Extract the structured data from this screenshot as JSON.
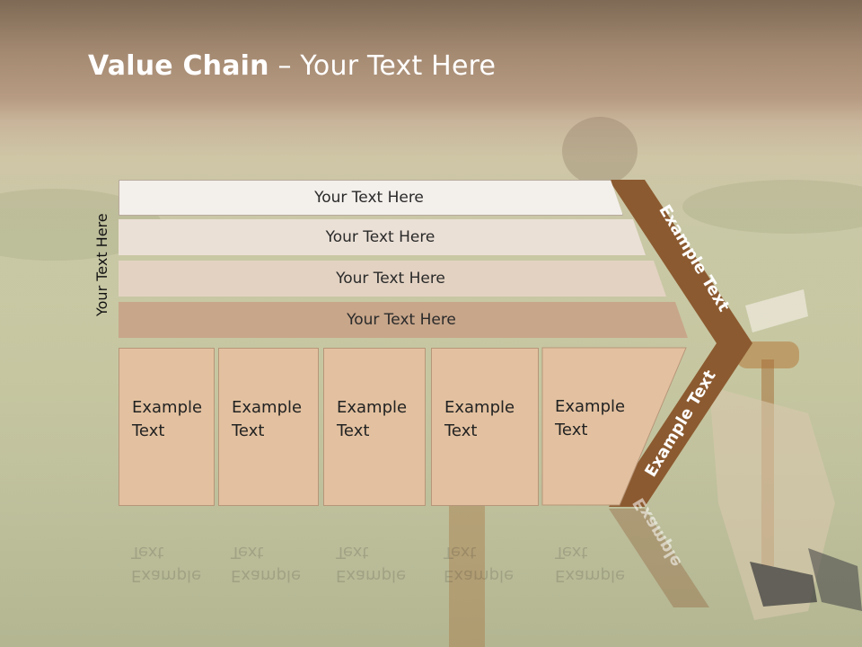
{
  "slide": {
    "title_bold": "Value Chain",
    "title_rest": " – Your Text Here",
    "side_label": "Your Text Here",
    "bars": [
      {
        "label": "Your Text Here"
      },
      {
        "label": "Your Text Here"
      },
      {
        "label": "Your Text Here"
      },
      {
        "label": "Your Text Here"
      }
    ],
    "boxes": [
      {
        "line1": "Example",
        "line2": "Text"
      },
      {
        "line1": "Example",
        "line2": "Text"
      },
      {
        "line1": "Example",
        "line2": "Text"
      },
      {
        "line1": "Example",
        "line2": "Text"
      },
      {
        "line1": "Example",
        "line2": "Text"
      }
    ],
    "chevron": {
      "top_label": "Example Text",
      "bottom_label": "Example Text",
      "color": "#8c5a30"
    },
    "reflection_label": "Example"
  }
}
